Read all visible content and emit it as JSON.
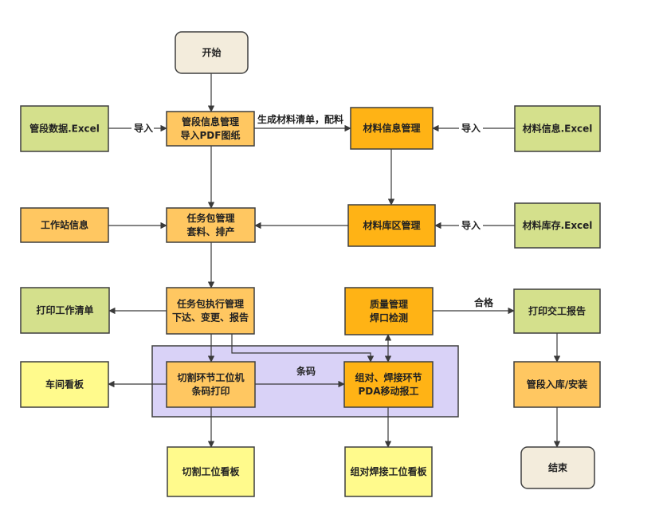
{
  "colors": {
    "terminal": "#f3ecdc",
    "green": "#d4e08c",
    "orange_light": "#ffc761",
    "orange": "#ffb315",
    "yellow": "#fffa8c",
    "group_fill": "#d9d2f7",
    "group_stroke": "#3f3f3f",
    "node_stroke": "#3f3f3f",
    "line": "#3a3a3a"
  },
  "nodes": {
    "start": {
      "lines": [
        "开始"
      ]
    },
    "pipe_excel": {
      "lines": [
        "管段数据.Excel"
      ]
    },
    "pipe_info": {
      "lines": [
        "管段信息管理",
        "导入PDF图纸"
      ]
    },
    "material_info": {
      "lines": [
        "材料信息管理"
      ]
    },
    "material_excel": {
      "lines": [
        "材料信息.Excel"
      ]
    },
    "workstation": {
      "lines": [
        "工作站信息"
      ]
    },
    "task_pkg": {
      "lines": [
        "任务包管理",
        "套料、排产"
      ]
    },
    "material_store": {
      "lines": [
        "材料库区管理"
      ]
    },
    "stock_excel": {
      "lines": [
        "材料库存.Excel"
      ]
    },
    "print_list": {
      "lines": [
        "打印工作清单"
      ]
    },
    "task_exec": {
      "lines": [
        "任务包执行管理",
        "下达、变更、报告"
      ]
    },
    "quality": {
      "lines": [
        "质量管理",
        "焊口检测"
      ]
    },
    "print_report": {
      "lines": [
        "打印交工报告"
      ]
    },
    "shop_board": {
      "lines": [
        "车间看板"
      ]
    },
    "cut_station": {
      "lines": [
        "切割环节工位机",
        "条码打印"
      ]
    },
    "weld_station": {
      "lines": [
        "组对、焊接环节",
        "PDA移动报工"
      ]
    },
    "pipe_install": {
      "lines": [
        "管段入库/安装"
      ]
    },
    "cut_board": {
      "lines": [
        "切割工位看板"
      ]
    },
    "weld_board": {
      "lines": [
        "组对焊接工位看板"
      ]
    },
    "end": {
      "lines": [
        "结束"
      ]
    }
  },
  "edge_labels": {
    "import_pipe": "导入",
    "gen_material": "生成材料清单，配料",
    "import_material": "导入",
    "import_stock": "导入",
    "qualified": "合格",
    "barcode": "条码"
  }
}
